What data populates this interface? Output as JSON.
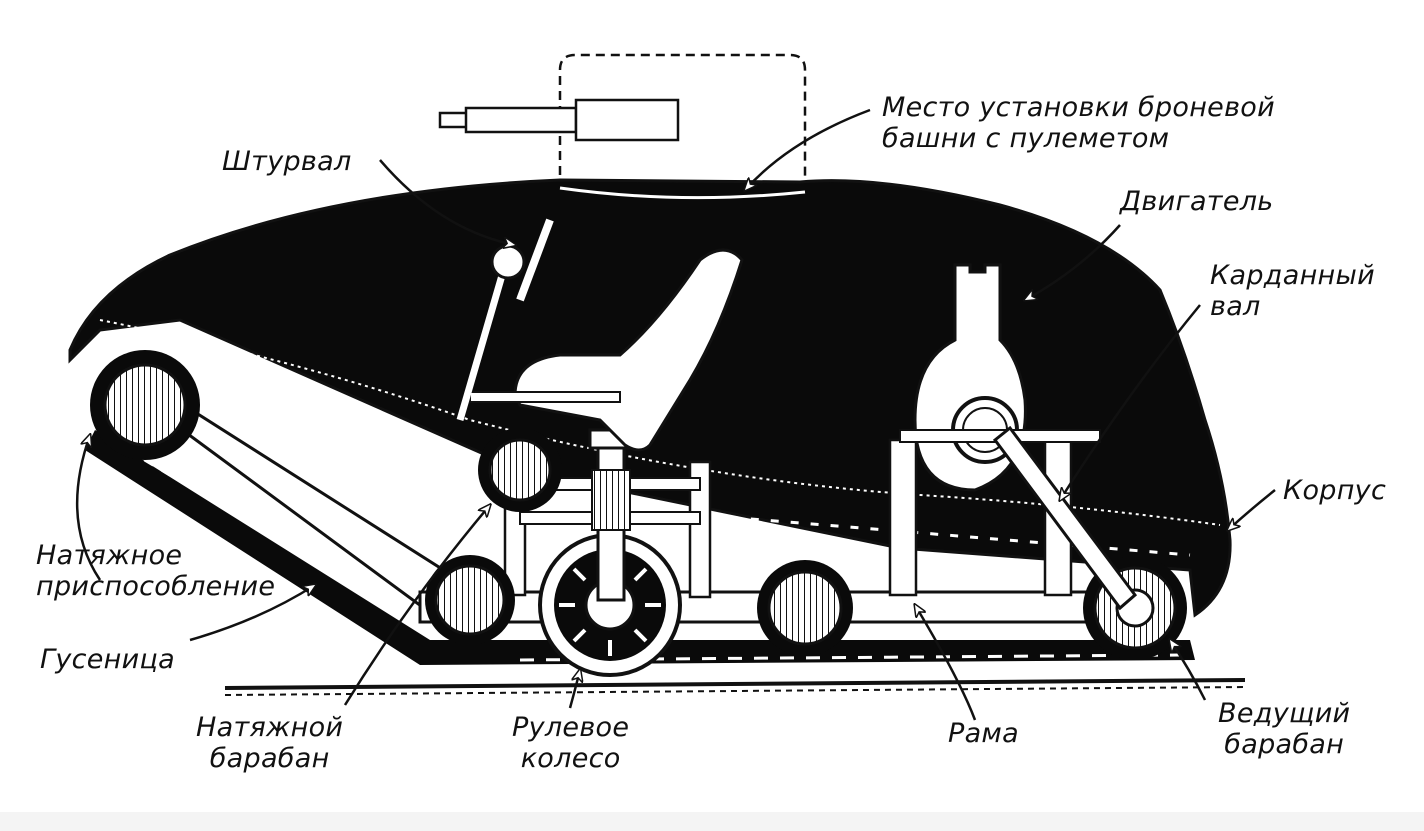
{
  "labels": {
    "turret": [
      "Место установки броневой",
      "башни с пулеметом"
    ],
    "steering_wheel": "Штурвал",
    "engine": "Двигатель",
    "cardan_shaft": [
      "Карданный",
      "вал"
    ],
    "hull": "Корпус",
    "tensioner": [
      "Натяжное",
      "приспособление"
    ],
    "track": "Гусеница",
    "idler_drum": [
      "Натяжной",
      "барабан"
    ],
    "steering_wheel_road": [
      "Рулевое",
      "колесо"
    ],
    "frame": "Рама",
    "drive_drum": [
      "Ведущий",
      "барабан"
    ]
  },
  "colors": {
    "ink": "#0a0a0a",
    "paper": "#ffffff",
    "band": "#f4f4f4"
  }
}
